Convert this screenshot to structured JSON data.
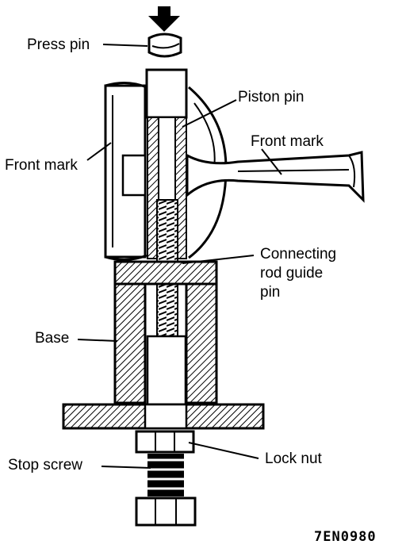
{
  "labels": {
    "press_pin": "Press pin",
    "piston_pin": "Piston pin",
    "front_mark_left": "Front mark",
    "front_mark_right": "Front mark",
    "connecting_rod_guide_pin_line1": "Connecting",
    "connecting_rod_guide_pin_line2": "rod guide",
    "connecting_rod_guide_pin_line3": "pin",
    "base": "Base",
    "stop_screw": "Stop screw",
    "lock_nut": "Lock nut"
  },
  "figure_code": "7EN0980"
}
